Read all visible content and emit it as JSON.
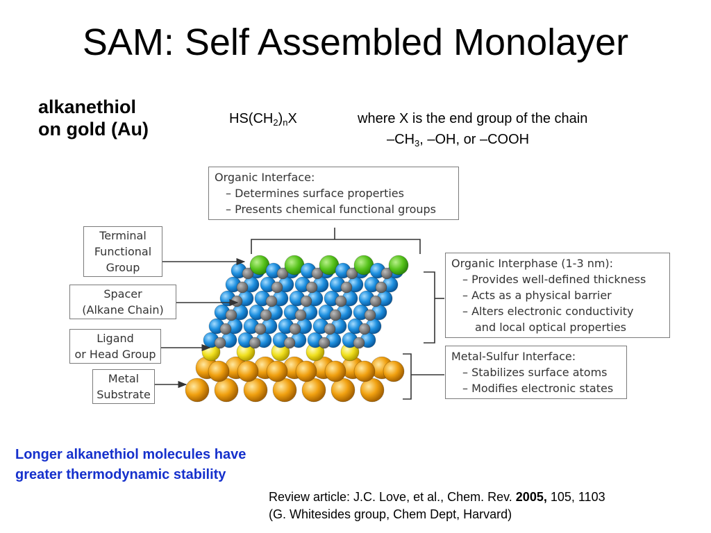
{
  "slide": {
    "title": "SAM: Self Assembled Monolayer",
    "subhead": [
      "alkanethiol",
      "on gold (Au)"
    ],
    "formula": {
      "prefix": "HS(CH",
      "sub1": "2",
      "mid": ")",
      "sub2": "n",
      "suffix": "X"
    },
    "where_text": "where X is the end group of the chain",
    "end_groups": {
      "prefix": "–CH",
      "sub": "3",
      "suffix": ", –OH, or –COOH"
    },
    "note": "Longer alkanethiol molecules have greater thermodynamic stability",
    "citation": {
      "line1_prefix": "Review article: J.C. Love, et al., Chem. Rev. ",
      "line1_year": "2005,",
      "line1_suffix": " 105, 1103",
      "line2": "(G. Whitesides group, Chem Dept, Harvard)"
    }
  },
  "diagram": {
    "top_box": {
      "title": "Organic Interface:",
      "items": [
        "– Determines surface properties",
        "– Presents chemical functional groups"
      ]
    },
    "left_labels": {
      "terminal": [
        "Terminal",
        "Functional",
        "Group"
      ],
      "spacer": [
        "Spacer",
        "(Alkane Chain)"
      ],
      "ligand": [
        "Ligand",
        "or Head Group"
      ],
      "metal": [
        "Metal",
        "Substrate"
      ]
    },
    "interphase_box": {
      "title": "Organic Interphase (1-3 nm):",
      "items": [
        "– Provides well-defined thickness",
        "– Acts as a physical barrier",
        "– Alters electronic conductivity"
      ],
      "continuation": "and local optical properties"
    },
    "metal_sulfur_box": {
      "title": "Metal-Sulfur Interface:",
      "items": [
        "– Stabilizes surface atoms",
        "– Modifies electronic states"
      ]
    },
    "colors": {
      "terminal_group": "#55c21a",
      "alkane_chain": "#1e90e0",
      "sulfur": "#f0e020",
      "gold": "#f0a010",
      "text": "#333333",
      "note": "#1530cc"
    }
  }
}
